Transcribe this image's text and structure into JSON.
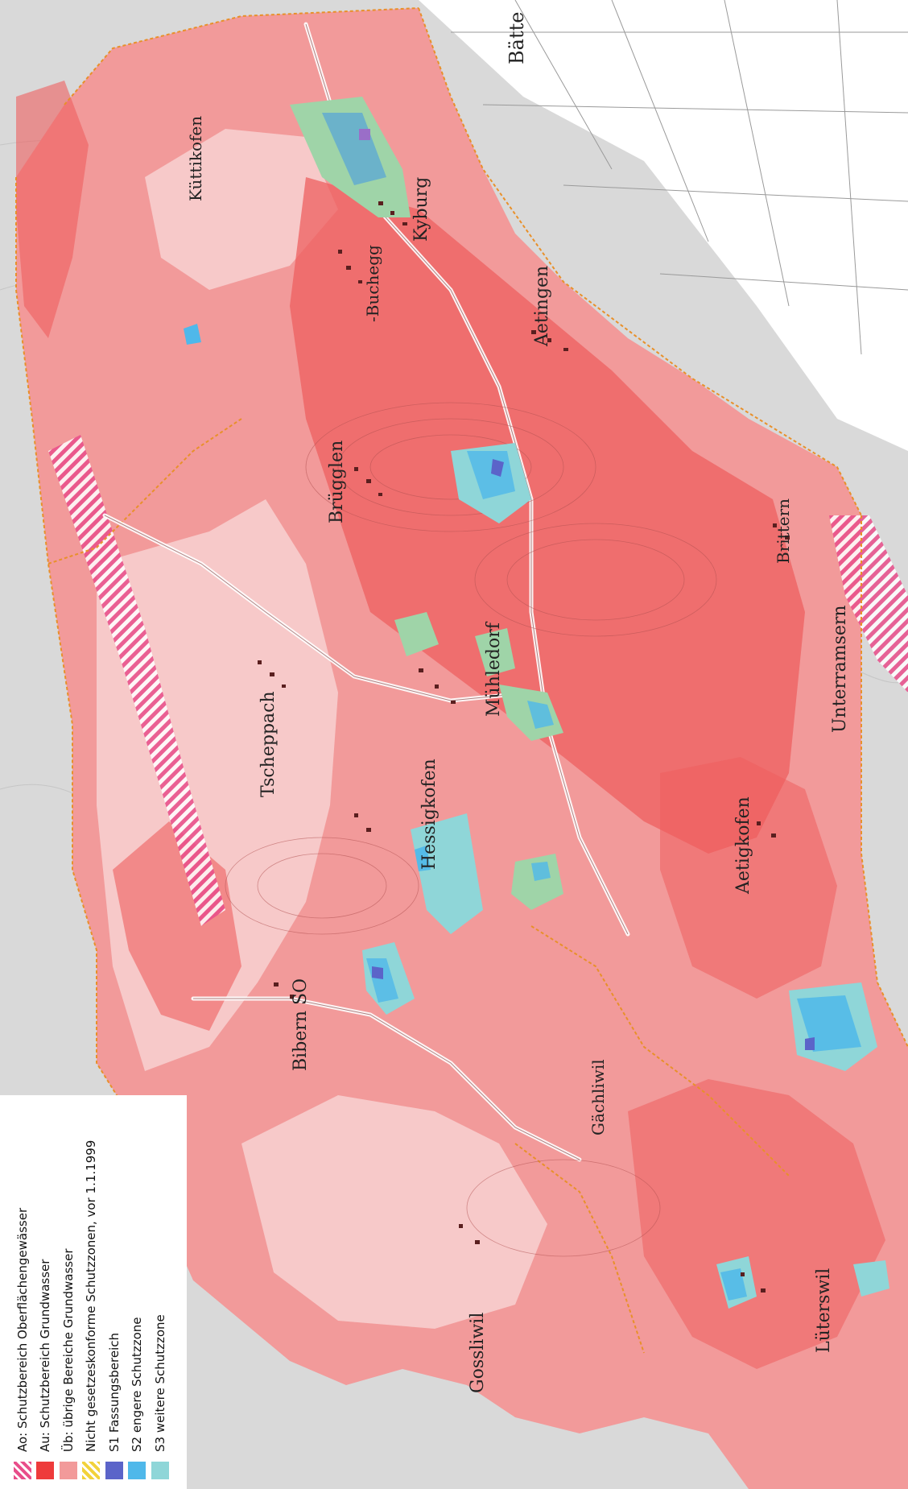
{
  "colors": {
    "background_outside": "#d4d4d4",
    "au": "#ee3b3b",
    "ub": "#f29a9a",
    "inner_light": "#f7c9c9",
    "s1": "#5b64c9",
    "s2": "#4fb8ea",
    "s3": "#8fd6d8",
    "s3_green": "#9fd4a8",
    "boundary": "#e8902a",
    "ao": "#e84d8a"
  },
  "legend": {
    "items": [
      {
        "key": "ao",
        "label": "Ao: Schutzbereich Oberflächengewässer",
        "color": "#e84d8a",
        "pattern": "hatch"
      },
      {
        "key": "au",
        "label": "Au: Schutzbereich Grundwasser",
        "color": "#ee3b3b",
        "pattern": "solid"
      },
      {
        "key": "ub",
        "label": "Üb: übrige Bereiche Grundwasser",
        "color": "#f29a9a",
        "pattern": "solid"
      },
      {
        "key": "old",
        "label": "Nicht gesetzeskonforme Schutzzonen, vor 1.1.1999",
        "color": "#f2d23a",
        "pattern": "hatch"
      },
      {
        "key": "s1",
        "label": "S1 Fassungsbereich",
        "color": "#5b64c9",
        "pattern": "solid"
      },
      {
        "key": "s2",
        "label": "S2 engere Schutzzone",
        "color": "#4fb8ea",
        "pattern": "solid"
      },
      {
        "key": "s3",
        "label": "S3 weitere Schutzzone",
        "color": "#8fd6d8",
        "pattern": "solid"
      }
    ]
  },
  "places": {
    "kyburg": "Kyburg",
    "buchegg": "-Buchegg",
    "kuettikofen": "Küttikofen",
    "aetingen": "Aetingen",
    "brittern": "Brittern",
    "bruegglen": "Brügglen",
    "muehledorf": "Mühledorf",
    "tscheppach": "Tscheppach",
    "messen": "Hessigkofen",
    "aetigkofen": "Aetigkofen",
    "biberist": "Bibern SO",
    "gossliwil": "Gossliwil",
    "unterramsern": "Unterramsern",
    "luetterswil": "Lüterswil",
    "gaechliwil": "Gächliwil",
    "baetterk": "Bätte"
  }
}
